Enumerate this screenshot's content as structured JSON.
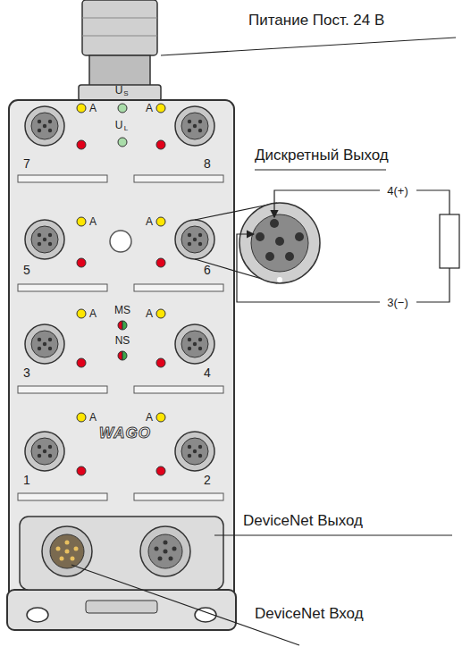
{
  "diagram": {
    "labels": [
      "Питание Пост. 24 В",
      "Дискретный Выход",
      "4(+)",
      "3(−)",
      "DeviceNet Выход",
      "DeviceNet Вход",
      "U",
      "S",
      "U",
      "L",
      "A",
      "A",
      "A",
      "A",
      "A",
      "A",
      "A",
      "A",
      "MS",
      "NS",
      "7",
      "8",
      "5",
      "6",
      "3",
      "4",
      "1",
      "2",
      "WAGO"
    ]
  }
}
